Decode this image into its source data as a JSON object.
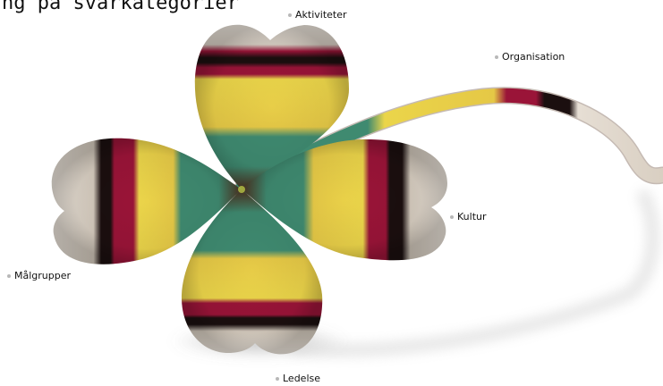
{
  "title": "ng på svarkategorier",
  "labels": {
    "aktiviteter": "Aktiviteter",
    "organisation": "Organisation",
    "kultur": "Kultur",
    "malgrupper": "Målgrupper",
    "ledelse": "Ledelse"
  },
  "colors": {
    "cream": "#e6ded4",
    "red": "#9a1438",
    "black": "#1b0f0f",
    "yellow": "#ebd54a",
    "green": "#3f8a70",
    "center": "#5a3a26"
  }
}
